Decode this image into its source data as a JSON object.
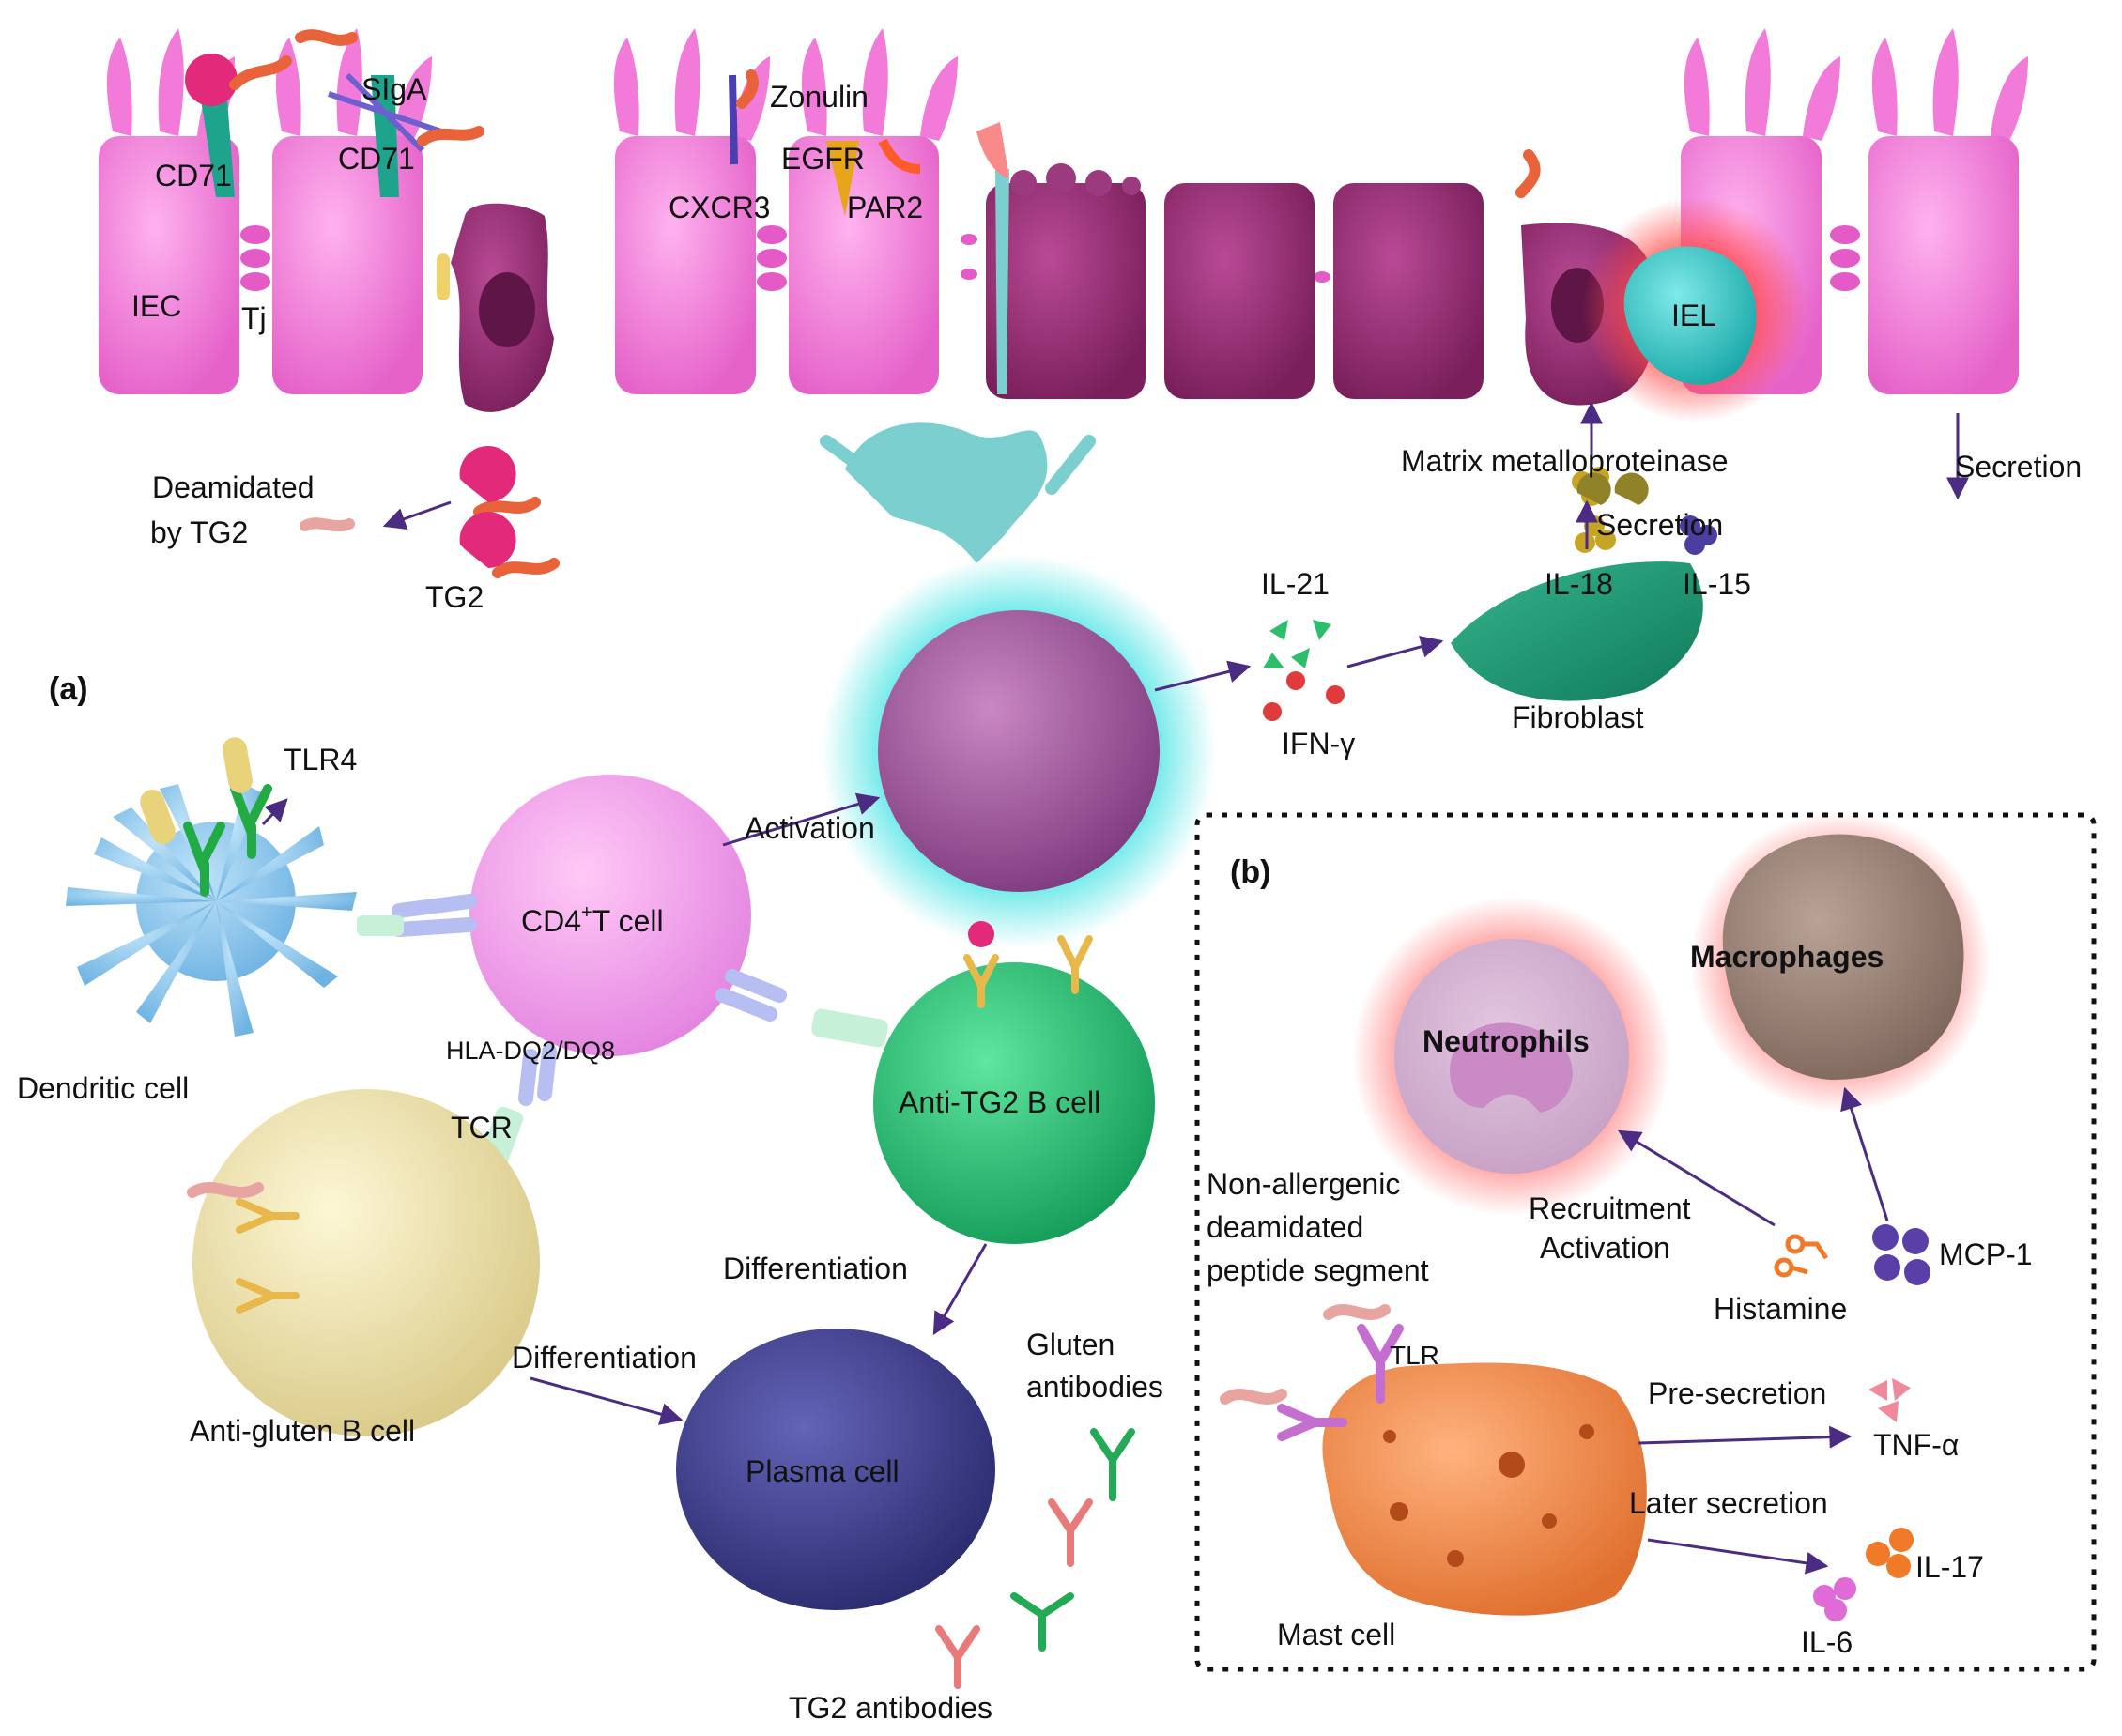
{
  "epithelium": {
    "cd71_left": "CD71",
    "cd71_right": "CD71",
    "siga": "SIgA",
    "zonulin": "Zonulin",
    "egfr": "EGFR",
    "cxcr3": "CXCR3",
    "par2": "PAR2",
    "iec": "IEC",
    "tj": "Tj",
    "iel": "IEL",
    "deamidated_line1": "Deamidated",
    "deamidated_line2": "by TG2",
    "tg2": "TG2",
    "mmp": "Matrix metalloproteinase",
    "secretion_fibro": "Secretion",
    "secretion_right": "Secretion",
    "il18": "IL-18",
    "il15": "IL-15"
  },
  "panel_a": {
    "tag": "(a)",
    "il21": "IL-21",
    "ifng": "IFN-γ",
    "fibroblast": "Fibroblast",
    "tlr4": "TLR4",
    "activation": "Activation",
    "cd4_prefix": "CD4",
    "cd4_sup": "+",
    "cd4_suffix": "T cell",
    "dendritic": "Dendritic cell",
    "hla": "HLA-DQ2/DQ8",
    "tcr": "TCR",
    "anti_tg2_b": "Anti-TG2 B cell",
    "differentiation_1": "Differentiation",
    "differentiation_2": "Differentiation",
    "anti_gluten_b": "Anti-gluten B cell",
    "plasma": "Plasma cell",
    "gluten_ab_line1": "Gluten",
    "gluten_ab_line2": "antibodies",
    "tg2_ab": "TG2 antibodies"
  },
  "panel_b": {
    "tag": "(b)",
    "macrophages": "Macrophages",
    "neutrophils": "Neutrophils",
    "nonallergenic_line1": "Non-allergenic",
    "nonallergenic_line2": "deamidated",
    "nonallergenic_line3": "peptide segment",
    "recruitment": "Recruitment",
    "activation": "Activation",
    "histamine": "Histamine",
    "mcp1": "MCP-1",
    "tlr": "TLR",
    "pre_secretion": "Pre-secretion",
    "tnfa": "TNF-α",
    "later_secretion": "Later secretion",
    "il17": "IL-17",
    "il6": "IL-6",
    "mast": "Mast cell"
  },
  "colors": {
    "iec_pink": "#f27ad8",
    "iec_dark": "#8e2a6e",
    "teal_cell": "#2ec4c4",
    "cd4": "#ee8ee8",
    "activated_t": "#a15aa0",
    "anti_tg2_b": "#22b36b",
    "anti_gluten_b": "#efe3a8",
    "plasma": "#3a3a8c",
    "fibroblast": "#17906e",
    "mast": "#f08a4b",
    "macrophage": "#9c8478",
    "arrow": "#4b2c82"
  }
}
